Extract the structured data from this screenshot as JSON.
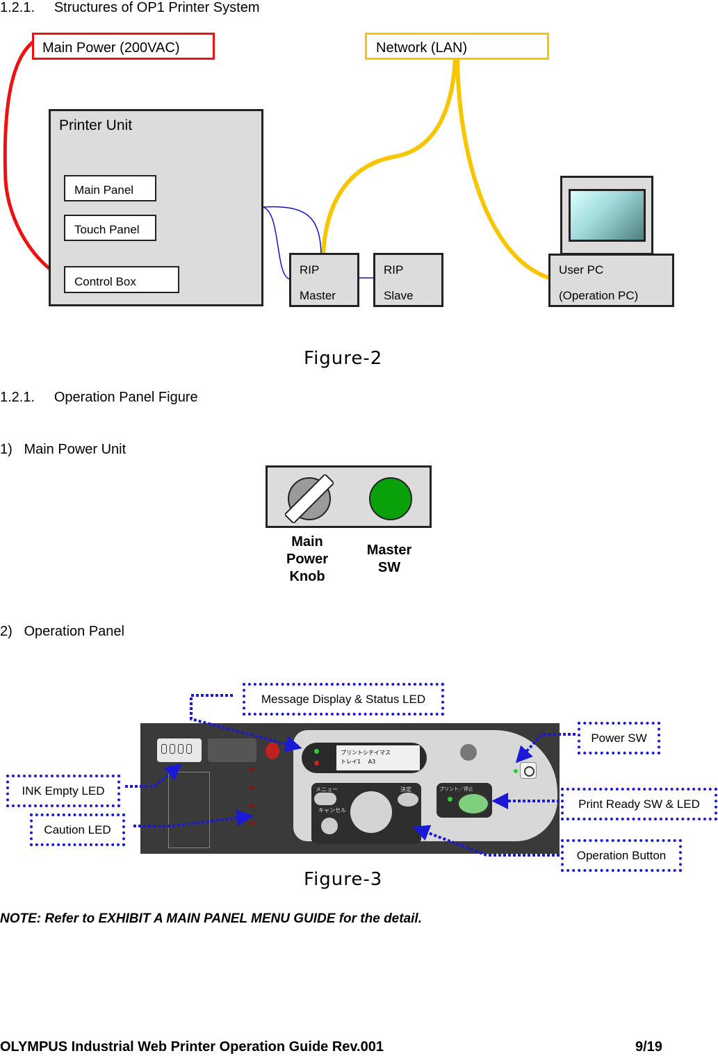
{
  "sections": {
    "structures_heading": "1.2.1.     Structures of OP1 Printer System",
    "operation_heading": "1.2.1.     Operation Panel Figure",
    "main_power_unit": "1)   Main Power Unit",
    "operation_panel": "2)   Operation Panel"
  },
  "figure2": {
    "caption": "Figure-2",
    "main_power": "Main Power (200VAC)",
    "network": "Network (LAN)",
    "printer_unit": "Printer Unit",
    "main_panel": "Main Panel",
    "touch_panel": "Touch Panel",
    "control_box": "Control Box",
    "rip_master_l1": "RIP",
    "rip_master_l2": "Master",
    "rip_slave_l1": "RIP",
    "rip_slave_l2": "Slave",
    "user_pc_l1": "User PC",
    "user_pc_l2": "(Operation PC)",
    "colors": {
      "power_cable": "#ee1111",
      "lan_cable": "#f7c600",
      "link_cable": "#1010c8"
    }
  },
  "power_unit": {
    "knob_l1": "Main",
    "knob_l2": "Power",
    "knob_l3": "Knob",
    "sw_l1": "Master",
    "sw_l2": "SW",
    "colors": {
      "master_sw": "#0aa00a"
    }
  },
  "figure3": {
    "caption": "Figure-3",
    "callouts": {
      "message_display": "Message Display & Status LED",
      "power_sw": "Power SW",
      "ink_empty": "INK Empty LED",
      "caution": "Caution LED",
      "print_ready": "Print Ready SW & LED",
      "operation_button": "Operation Button"
    },
    "panel_text": {
      "lcd_line1": "プリントシテイマス",
      "lcd_line2": "トレイ1　 A3",
      "menu": "メニュー",
      "cancel": "キャンセル",
      "set": "決定",
      "print": "プリント／停止"
    }
  },
  "note": "NOTE: Refer to EXHIBIT A MAIN PANEL MENU GUIDE for the detail.",
  "footer": {
    "title": "OLYMPUS Industrial Web Printer Operation Guide Rev.001",
    "page": "9/19"
  }
}
